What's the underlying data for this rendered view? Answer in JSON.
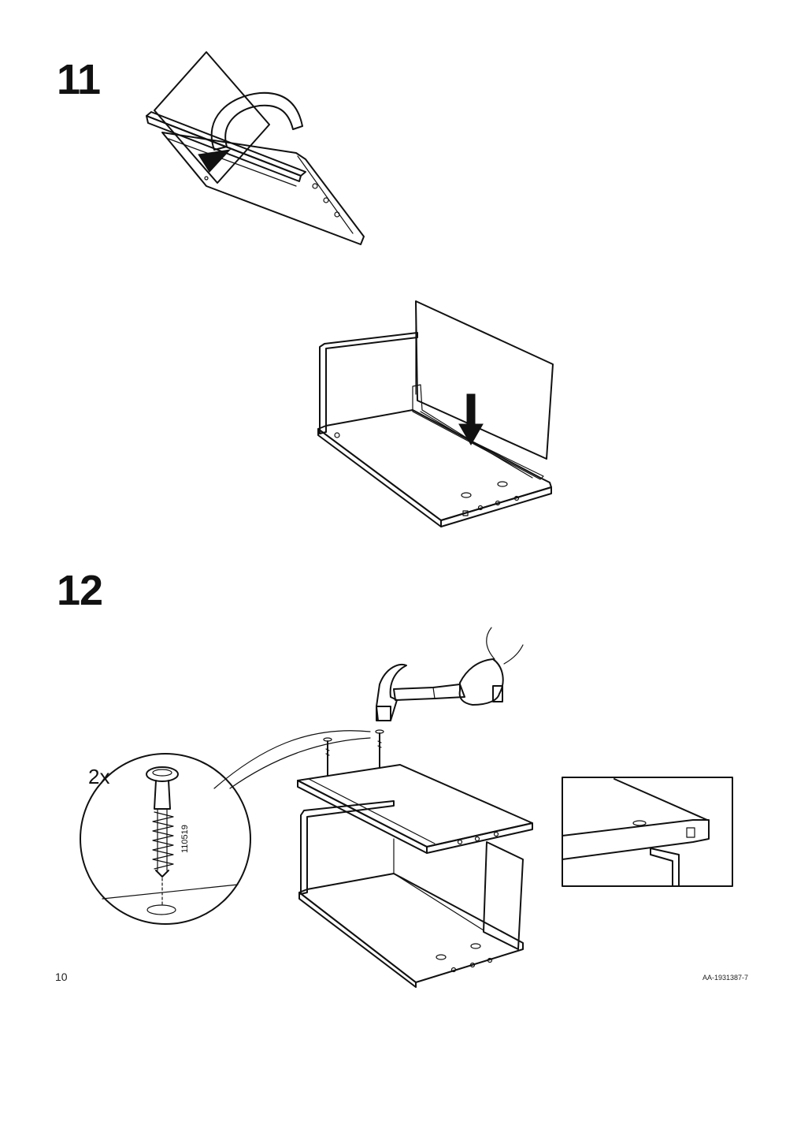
{
  "page": {
    "page_number": "10",
    "document_id": "AA-1931387-7"
  },
  "step11": {
    "number": "11"
  },
  "step12": {
    "number": "12",
    "quantity": "2x",
    "part_number": "110519"
  },
  "icons": {
    "rotate": "rotate-arrow-icon",
    "insert": "down-arrow-icon",
    "hammer": "hammer-icon",
    "nail": "nail-icon"
  }
}
